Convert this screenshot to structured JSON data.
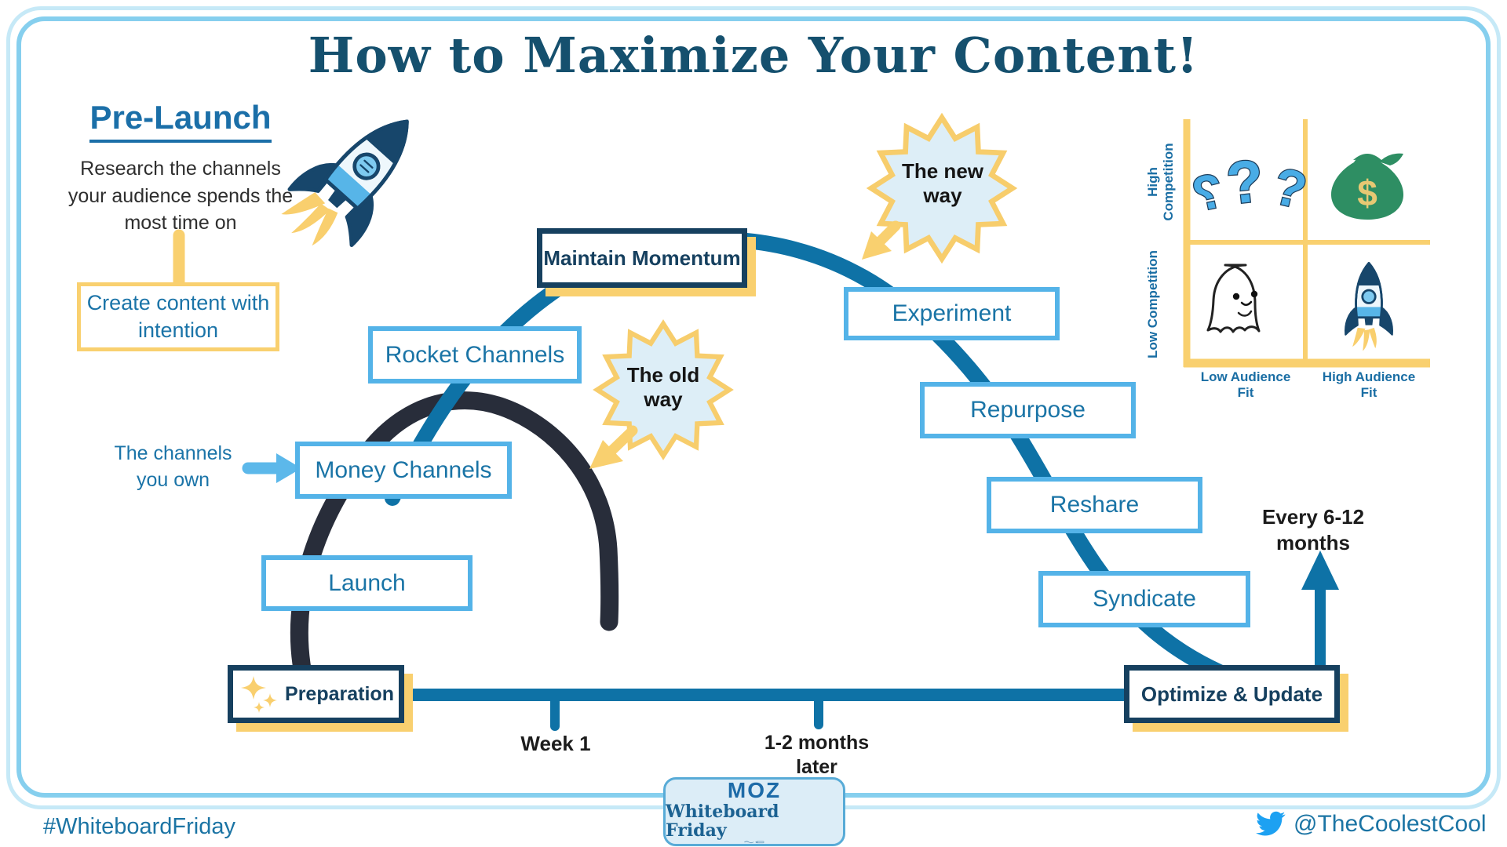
{
  "title": "How to Maximize Your Content!",
  "prelaunch": {
    "heading": "Pre-Launch",
    "description": "Research the channels your audience spends the most time on",
    "callout": "Create content with intention"
  },
  "flow": {
    "preparation": "Preparation",
    "launch": "Launch",
    "money_channels": "Money Channels",
    "rocket_channels": "Rocket Channels",
    "maintain_momentum": "Maintain Momentum",
    "experiment": "Experiment",
    "repurpose": "Repurpose",
    "reshare": "Reshare",
    "syndicate": "Syndicate",
    "optimize_update": "Optimize & Update"
  },
  "annotations": {
    "channels_you_own": "The channels you own",
    "old_way": "The old way",
    "new_way": "The new way"
  },
  "timeline": {
    "week1": "Week 1",
    "months_1_2": "1-2 months later",
    "every_6_12": "Every 6-12 months"
  },
  "matrix": {
    "row_top": "High Competition",
    "row_bottom": "Low Competition",
    "col_left": "Low Audience Fit",
    "col_right": "High Audience Fit",
    "icons": {
      "top_left": "question-marks",
      "top_right": "money-bag",
      "bottom_left": "ghost",
      "bottom_right": "rocket",
      "money_symbol": "$"
    }
  },
  "footer": {
    "hashtag": "#WhiteboardFriday",
    "twitter_handle": "@TheCoolestCool",
    "badge_logo": "MOZ",
    "badge_name": "Whiteboard Friday"
  },
  "colors": {
    "navy": "#15506e",
    "blue_text": "#1a74a6",
    "light_blue_border": "#54b3e8",
    "curve_blue": "#0e72a6",
    "curve_dark": "#282d3a",
    "yellow": "#f9d06f",
    "starburst_fill": "#ddeef7",
    "arrow_light_blue": "#5cb8ea",
    "twitter_blue": "#1da1f2",
    "bag_green": "#2e8e63"
  }
}
